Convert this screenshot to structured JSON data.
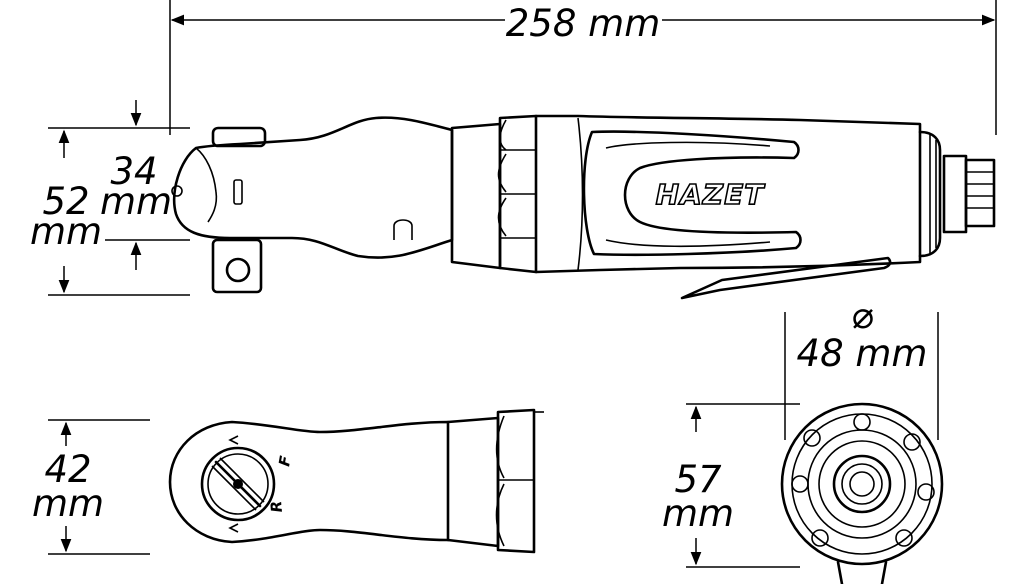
{
  "dimensions": {
    "length": "258 mm",
    "diameter_symbol": "⌀",
    "diameter": "48 mm",
    "head_width_value": "34",
    "head_width_unit": "mm",
    "height_value": "52",
    "height_unit": "mm",
    "head_height_value": "42",
    "head_height_unit": "mm",
    "rear_height_value": "57",
    "rear_height_unit": "mm"
  },
  "brand": "HAZET",
  "direction_forward": "F",
  "direction_reverse": "R"
}
